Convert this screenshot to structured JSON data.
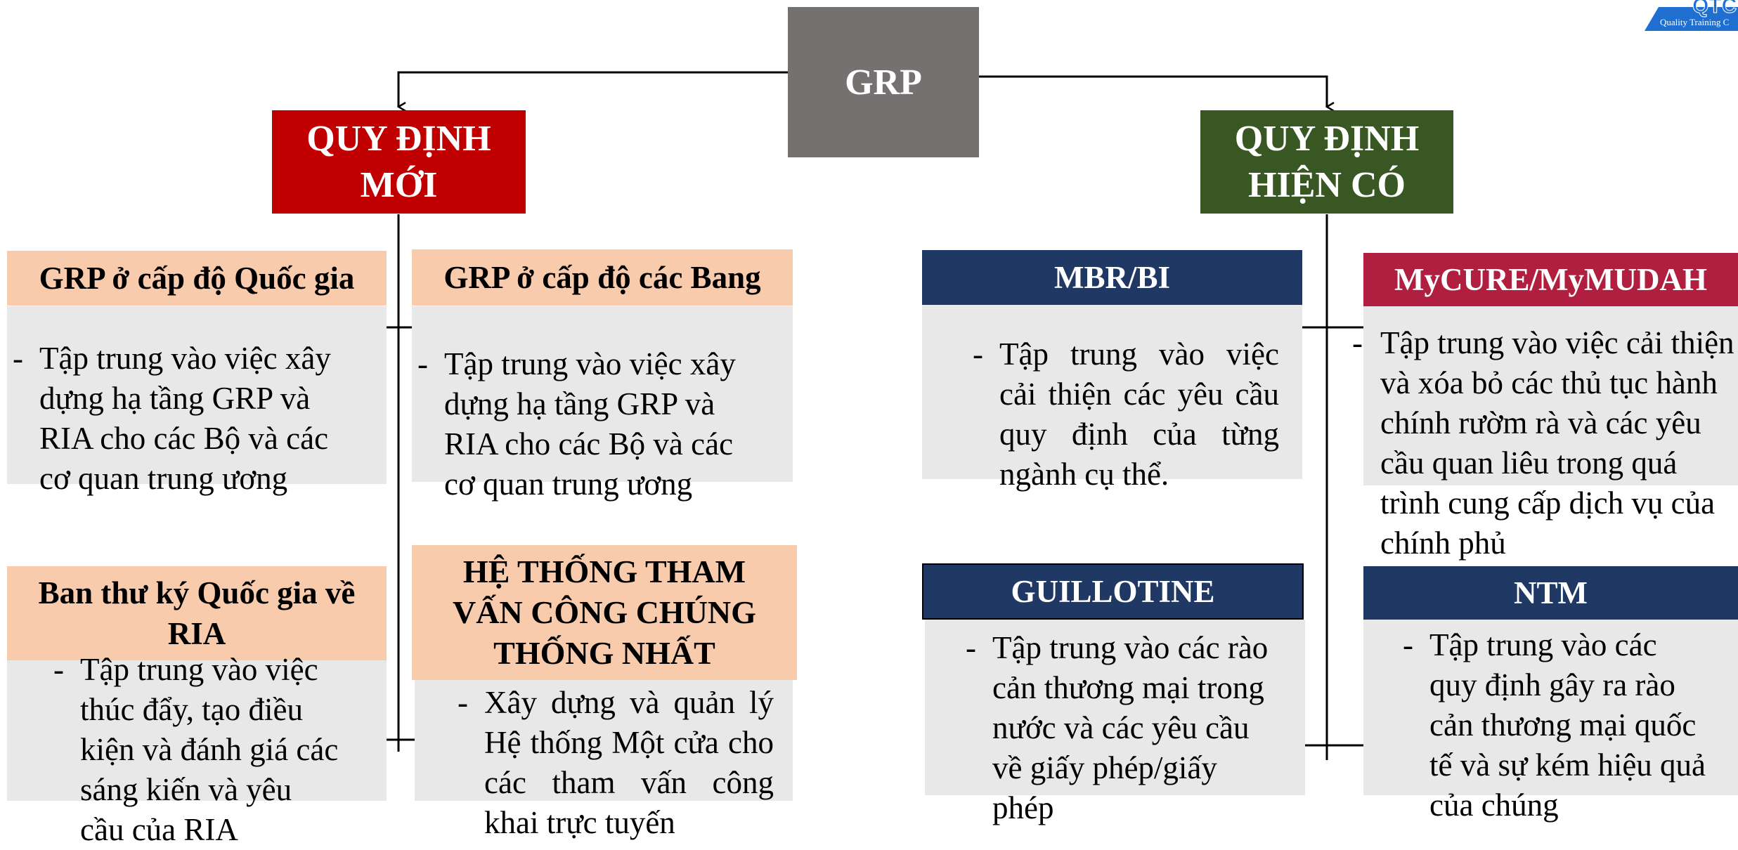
{
  "root": {
    "label": "GRP",
    "color": "#767171"
  },
  "left_branch": {
    "title": "QUY ĐỊNH MỚI",
    "color": "#c00000"
  },
  "right_branch": {
    "title": "QUY ĐỊNH HIỆN CÓ",
    "color": "#385723"
  },
  "cards": {
    "national": {
      "header": "GRP ở cấp độ Quốc gia",
      "bullet": "-",
      "body": "Tập trung vào việc xây dựng hạ tầng GRP và RIA cho các Bộ và các cơ quan trung ương"
    },
    "states": {
      "header": "GRP ở cấp độ các Bang",
      "bullet": "-",
      "body": "Tập trung vào việc xây dựng hạ tầng GRP và RIA cho các Bộ và các cơ quan trung ương"
    },
    "secretariat": {
      "header": "Ban thư ký Quốc gia về RIA",
      "bullet": "-",
      "body": "Tập trung vào việc thúc đẩy, tạo điều kiện và đánh giá các sáng kiến và yêu cầu của RIA"
    },
    "consultation": {
      "header": "HỆ THỐNG THAM VẤN CÔNG CHÚNG THỐNG NHẤT",
      "bullet": "-",
      "body": "Xây dựng và quản lý Hệ thống Một cửa cho các tham vấn công khai trực tuyến"
    },
    "mbr": {
      "header": "MBR/BI",
      "bullet": "-",
      "body": "Tập trung vào việc cải thiện các yêu cầu quy định của từng ngành cụ thể."
    },
    "mycure": {
      "header": "MyCURE/MyMUDAH",
      "bullet": "-",
      "body": "Tập trung vào việc cải thiện và xóa bỏ các thủ tục hành chính rườm rà và các yêu cầu quan liêu trong quá trình cung cấp dịch vụ của chính phủ"
    },
    "guillotine": {
      "header": "GUILLOTINE",
      "bullet": "-",
      "body": "Tập trung vào các rào cản thương mại trong nước và các yêu cầu về giấy phép/giấy phép"
    },
    "ntm": {
      "header": "NTM",
      "bullet": "-",
      "body": "Tập trung vào các quy định gây ra rào cản thương mại quốc tế và sự kém hiệu quả của chúng"
    }
  },
  "colors": {
    "peach": "#f8cbad",
    "navy": "#1f3864",
    "crimson": "#b01f3f",
    "grey_panel": "#e8e8e8"
  },
  "logo": {
    "text": "QTC",
    "subtext": "Quality Training C"
  }
}
